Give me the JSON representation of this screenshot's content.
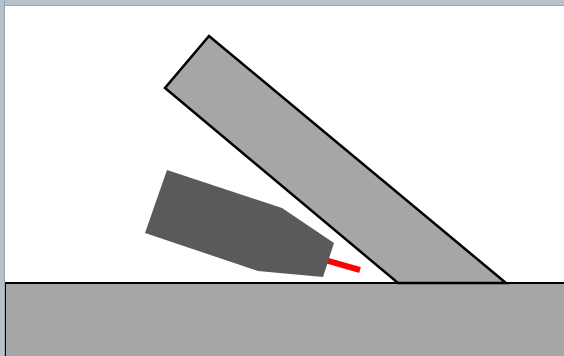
{
  "colors": {
    "window_border": "#b7c1cc",
    "background": "#ffffff",
    "ground_plate": "#a6a6a6",
    "inclined_plate": "#a6a6a6",
    "outline": "#000000",
    "torch_body": "#5a5a5a",
    "torch_tip": "#ff0000"
  },
  "icons": {
    "ground_plate": "horizontal-base-plate",
    "inclined_plate": "angled-plate",
    "torch": "welding-torch",
    "torch_tip": "electrode-tip"
  }
}
